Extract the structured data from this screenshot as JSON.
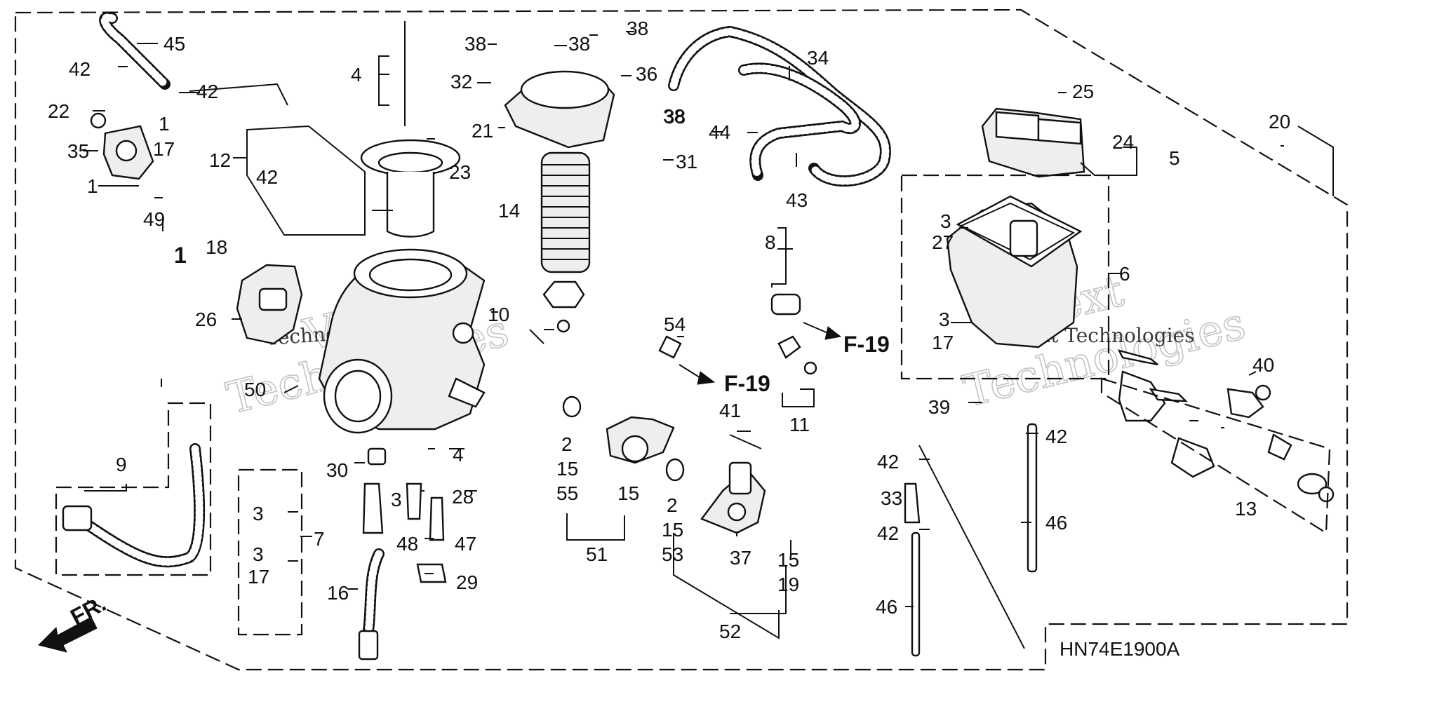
{
  "diagram_code": "HN74E1900A",
  "front_label": "FR.",
  "watermark": [
    "V-Next",
    "Technologies",
    "VNext Technologies"
  ],
  "refs": [
    "F-19",
    "F-19"
  ],
  "callouts": [
    "45",
    "42",
    "42",
    "22",
    "35",
    "1",
    "17",
    "1",
    "49",
    "1",
    "12",
    "42",
    "4",
    "23",
    "38",
    "38",
    "38",
    "38",
    "32",
    "36",
    "21",
    "38",
    "31",
    "14",
    "34",
    "44",
    "43",
    "25",
    "24",
    "5",
    "20",
    "3",
    "27",
    "6",
    "18",
    "26",
    "10",
    "8",
    "3",
    "17",
    "54",
    "50",
    "9",
    "11",
    "40",
    "39",
    "42",
    "42",
    "33",
    "42",
    "46",
    "46",
    "13",
    "30",
    "4",
    "3",
    "28",
    "48",
    "47",
    "29",
    "16",
    "7",
    "3",
    "3",
    "17",
    "2",
    "15",
    "55",
    "15",
    "51",
    "41",
    "2",
    "15",
    "53",
    "37",
    "52",
    "15",
    "19"
  ],
  "colors": {
    "ink": "#111111",
    "paper": "#ffffff",
    "watermark": "#bdbdbd"
  }
}
